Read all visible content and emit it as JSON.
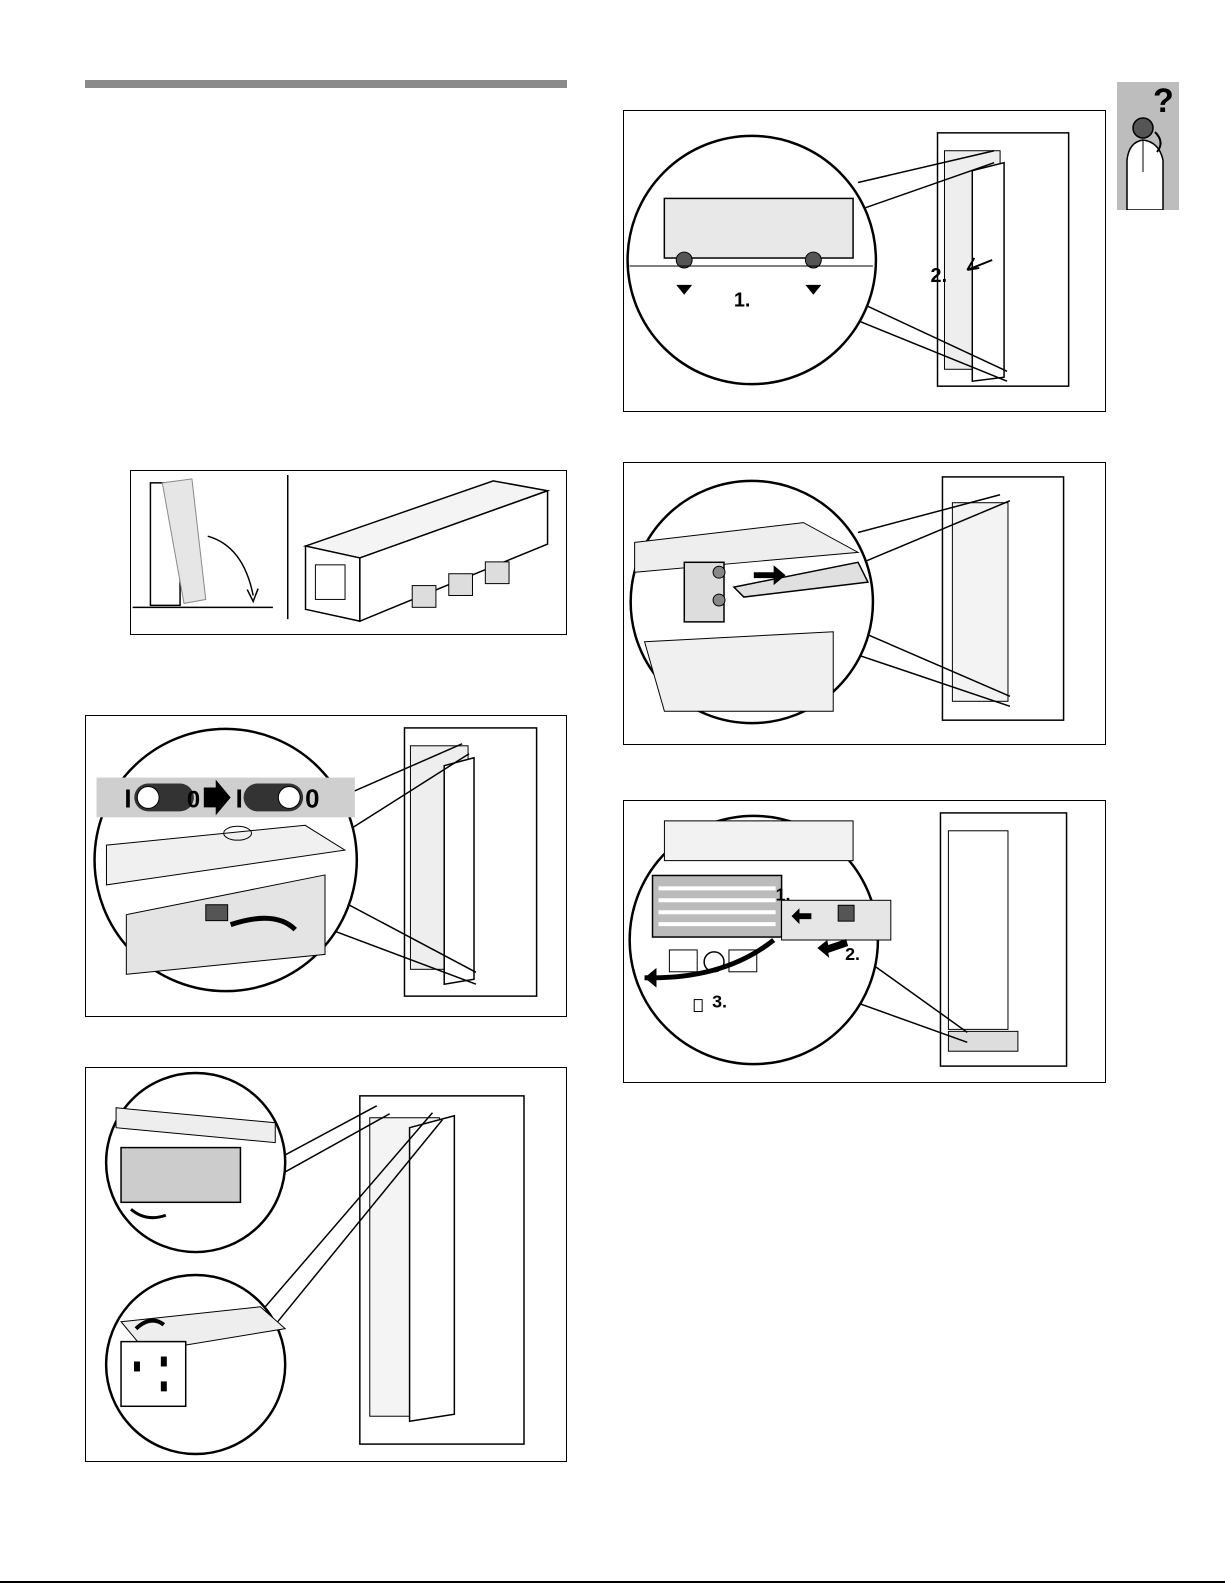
{
  "sidebar": {
    "help_icon": "question-person-icon",
    "help_glyph": "?"
  },
  "figures": {
    "hinge_screws": {
      "step1": "1.",
      "step2": "2."
    },
    "grille_removal": {
      "step1": "1.",
      "step2": "2.",
      "step3": "3."
    },
    "switch_toggle": {
      "left_symbol": "I",
      "middle_symbol": "0",
      "right_symbol": "I",
      "end_symbol": "0"
    }
  },
  "colors": {
    "rule": "#8a8a8a",
    "tab": "#bdbdbd"
  }
}
